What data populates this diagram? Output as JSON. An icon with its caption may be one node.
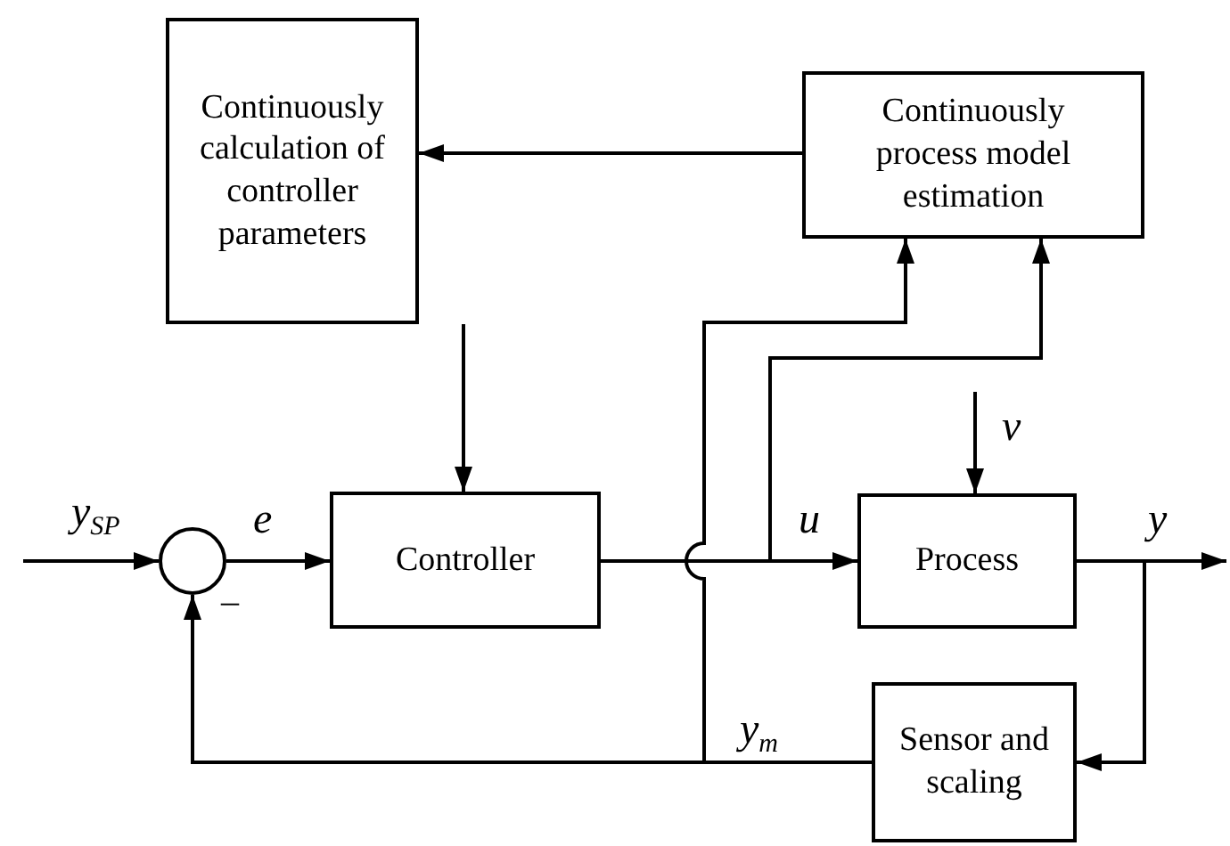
{
  "diagram": {
    "nodes": [
      {
        "text": [
          "Continuously calculation of controller parameters"
        ]
      },
      {
        "text": [
          "Continuously process model estimation"
        ]
      },
      {
        "text": [],
        "shape": "circle"
      },
      {
        "text": [
          "Controller"
        ]
      },
      {
        "text": [
          "Process"
        ]
      },
      {
        "text": [
          "Sensor and scaling"
        ]
      }
    ],
    "edges": [
      {
        "from": 1,
        "to": 0,
        "arrow": "to"
      },
      {
        "from": 0,
        "to": 3,
        "arrow": "to"
      },
      {
        "from": null,
        "to": 2,
        "arrow": "to",
        "label": "y$_{SP}$"
      },
      {
        "from": 2,
        "to": 3,
        "arrow": "to",
        "label": "e"
      },
      {
        "from": 3,
        "to": 4,
        "arrow": "to",
        "label": "u"
      },
      {
        "from": null,
        "to": 4,
        "arrow": "to",
        "label": "v"
      },
      {
        "from": 4,
        "to": null,
        "arrow": "to",
        "label": "y"
      },
      {
        "from": 4,
        "to": 5,
        "arrow": "to"
      },
      {
        "from": 5,
        "to": 2,
        "arrow": "to",
        "label": "y$_{m}$"
      },
      {
        "from": 5,
        "to": 1,
        "arrow": "to"
      },
      {
        "from": 3,
        "to": 1,
        "arrow": "to"
      }
    ],
    "labels": [
      "–"
    ]
  }
}
